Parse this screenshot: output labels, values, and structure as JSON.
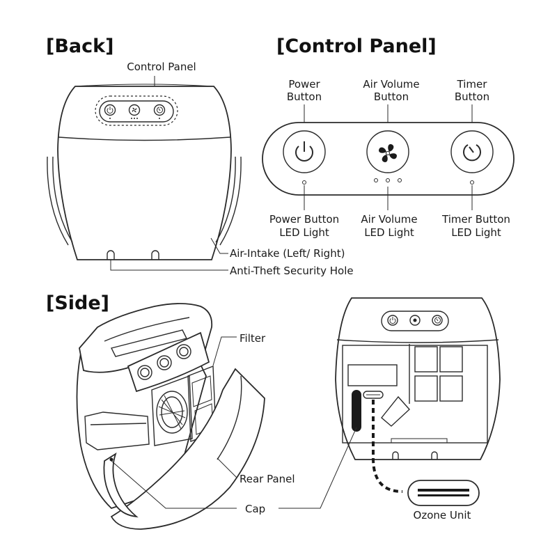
{
  "sections": {
    "back": "[Back]",
    "control_panel": "[Control Panel]",
    "side": "[Side]"
  },
  "back_labels": {
    "control_panel": "Control Panel",
    "air_intake": "Air-Intake (Left/ Right)",
    "anti_theft": "Anti-Theft Security Hole"
  },
  "control_labels": {
    "power_button": [
      "Power",
      "Button"
    ],
    "air_volume_button": [
      "Air Volume",
      "Button"
    ],
    "timer_button": [
      "Timer",
      "Button"
    ],
    "power_led": [
      "Power Button",
      "LED Light"
    ],
    "air_volume_led": [
      "Air Volume",
      "LED Light"
    ],
    "timer_led": [
      "Timer Button",
      "LED Light"
    ]
  },
  "side_labels": {
    "filter": "Filter",
    "rear_panel": "Rear Panel",
    "cap": "Cap",
    "ozone_unit": "Ozone Unit"
  },
  "icons": [
    "power-icon",
    "fan-icon",
    "timer-icon"
  ],
  "colors": {
    "line": "#2a2a2a",
    "text": "#1a1a1a",
    "background": "#ffffff"
  }
}
